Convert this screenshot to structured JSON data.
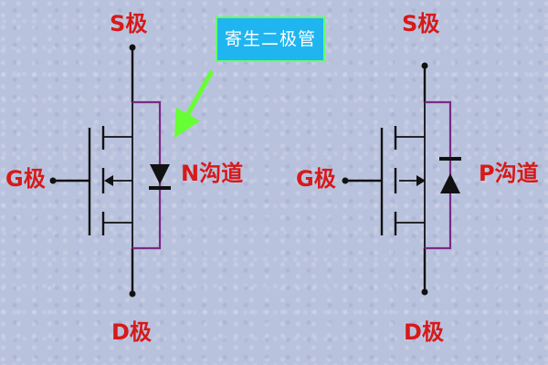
{
  "callout": {
    "text": "寄生二极管"
  },
  "n_mosfet": {
    "source_label": "S极",
    "gate_label": "G极",
    "drain_label": "D极",
    "channel_label": "N沟道"
  },
  "p_mosfet": {
    "source_label": "S极",
    "gate_label": "G极",
    "drain_label": "D极",
    "channel_label": "P沟道"
  },
  "colors": {
    "background": "#b9c2dd",
    "label_red": "#d61a1a",
    "callout_fill": "#1fb5f0",
    "callout_border": "#66ff66",
    "arrow_green": "#66ff33",
    "diode_link": "#7a2a86"
  }
}
